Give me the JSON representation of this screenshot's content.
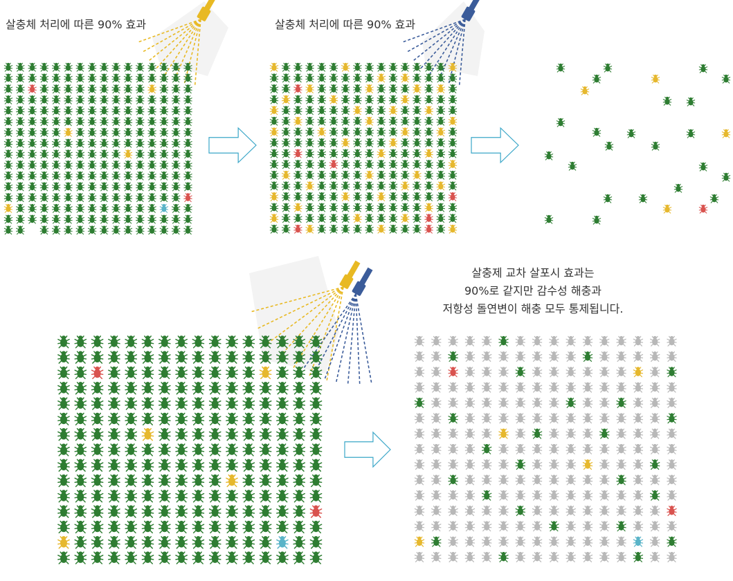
{
  "captions": {
    "top_left": "살충체 처리에 따른 90% 효과",
    "top_middle": "살충체 처리에 따른 90% 효과"
  },
  "message": {
    "line1": "살충제 교차 살포시 효과는",
    "line2": "90%로 같지만 감수성 해충과",
    "line3": "저항성 돌연변이 해충 모두 통제됩니다."
  },
  "colors": {
    "green_bug": "#2e7d32",
    "yellow_bug": "#e6b82e",
    "red_bug": "#d9534f",
    "cyan_bug": "#5ab4c8",
    "gray_bug": "#b8b8b8",
    "spray_yellow": "#e8b923",
    "spray_blue": "#3b5c9a",
    "arrow_stroke": "#3aa6c8"
  },
  "icons": [
    "insect-icon",
    "spray-nozzle-icon",
    "right-arrow-icon"
  ]
}
